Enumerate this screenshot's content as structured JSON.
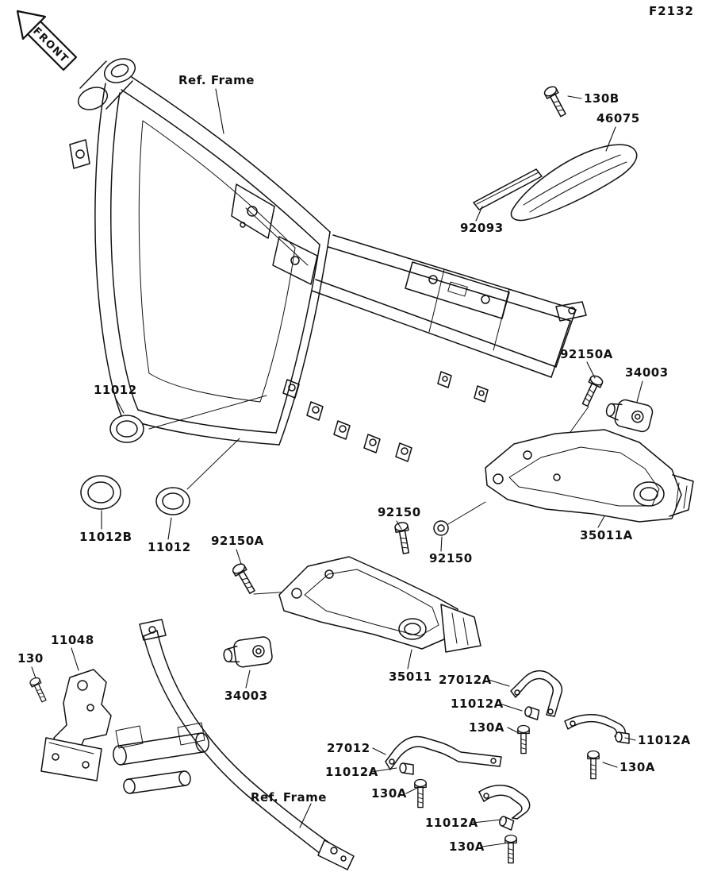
{
  "page": {
    "figure_code": "F2132",
    "front_marker": "FRONT"
  },
  "labels": [
    {
      "id": "ref-frame-top",
      "text": "Ref. Frame"
    },
    {
      "id": "130b",
      "text": "130B"
    },
    {
      "id": "46075",
      "text": "46075"
    },
    {
      "id": "92093",
      "text": "92093"
    },
    {
      "id": "92150a-right",
      "text": "92150A"
    },
    {
      "id": "34003-right",
      "text": "34003"
    },
    {
      "id": "11012-top",
      "text": "11012"
    },
    {
      "id": "11012b",
      "text": "11012B"
    },
    {
      "id": "11012-mid",
      "text": "11012"
    },
    {
      "id": "92150a-left",
      "text": "92150A"
    },
    {
      "id": "92150-upper",
      "text": "92150"
    },
    {
      "id": "92150-lower",
      "text": "92150"
    },
    {
      "id": "35011a",
      "text": "35011A"
    },
    {
      "id": "35011",
      "text": "35011"
    },
    {
      "id": "34003-left",
      "text": "34003"
    },
    {
      "id": "11048",
      "text": "11048"
    },
    {
      "id": "130",
      "text": "130"
    },
    {
      "id": "27012a",
      "text": "27012A"
    },
    {
      "id": "11012a-1",
      "text": "11012A"
    },
    {
      "id": "130a-1",
      "text": "130A"
    },
    {
      "id": "11012a-right",
      "text": "11012A"
    },
    {
      "id": "130a-right",
      "text": "130A"
    },
    {
      "id": "27012",
      "text": "27012"
    },
    {
      "id": "11012a-2",
      "text": "11012A"
    },
    {
      "id": "130a-2",
      "text": "130A"
    },
    {
      "id": "11012a-3",
      "text": "11012A"
    },
    {
      "id": "130a-3",
      "text": "130A"
    },
    {
      "id": "ref-frame-bottom",
      "text": "Ref. Frame"
    }
  ],
  "colors": {
    "ink": "#111111",
    "background": "#ffffff"
  }
}
